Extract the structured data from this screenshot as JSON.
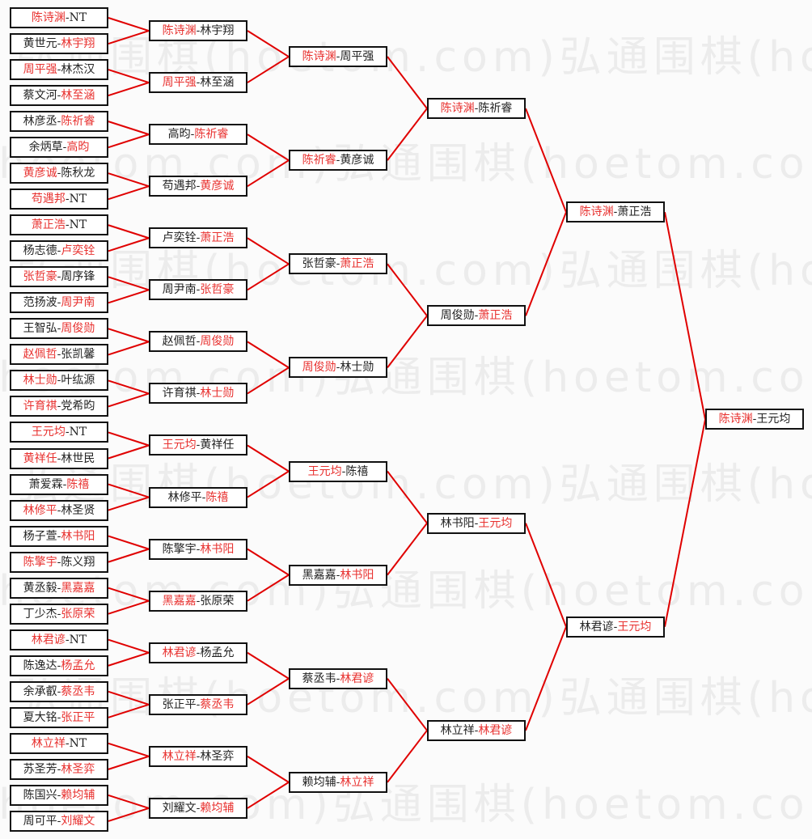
{
  "watermark": "弘通围棋(hoetom.com)弘通围棋(hoetom.com)",
  "sep": "-",
  "colors": {
    "winner": "#e8312f",
    "line": "#e00000"
  },
  "rounds": [
    {
      "matches": [
        {
          "a": "陈诗渊",
          "b": "NT",
          "w": 0
        },
        {
          "a": "黄世元",
          "b": "林宇翔",
          "w": 1
        },
        {
          "a": "周平强",
          "b": "林杰汉",
          "w": 0
        },
        {
          "a": "蔡文河",
          "b": "林至涵",
          "w": 1
        },
        {
          "a": "林彦丞",
          "b": "陈祈睿",
          "w": 1
        },
        {
          "a": "余炳草",
          "b": "高昀",
          "w": 1
        },
        {
          "a": "黄彦诚",
          "b": "陈秋龙",
          "w": 0
        },
        {
          "a": "苟遇邦",
          "b": "NT",
          "w": 0
        },
        {
          "a": "萧正浩",
          "b": "NT",
          "w": 0
        },
        {
          "a": "杨志德",
          "b": "卢奕铨",
          "w": 1
        },
        {
          "a": "张哲豪",
          "b": "周序锋",
          "w": 0
        },
        {
          "a": "范扬波",
          "b": "周尹南",
          "w": 1
        },
        {
          "a": "王智弘",
          "b": "周俊勋",
          "w": 1
        },
        {
          "a": "赵佩哲",
          "b": "张凯馨",
          "w": 0
        },
        {
          "a": "林士勋",
          "b": "叶纮源",
          "w": 0
        },
        {
          "a": "许育祺",
          "b": "党希昀",
          "w": 0
        },
        {
          "a": "王元均",
          "b": "NT",
          "w": 0
        },
        {
          "a": "黄祥任",
          "b": "林世民",
          "w": 0
        },
        {
          "a": "萧爱霖",
          "b": "陈禧",
          "w": 1
        },
        {
          "a": "林修平",
          "b": "林圣贤",
          "w": 0
        },
        {
          "a": "杨子萱",
          "b": "林书阳",
          "w": 1
        },
        {
          "a": "陈擎宇",
          "b": "陈义翔",
          "w": 0
        },
        {
          "a": "黄丞毅",
          "b": "黑嘉嘉",
          "w": 1
        },
        {
          "a": "丁少杰",
          "b": "张原荣",
          "w": 1
        },
        {
          "a": "林君谚",
          "b": "NT",
          "w": 0
        },
        {
          "a": "陈逸达",
          "b": "杨孟允",
          "w": 1
        },
        {
          "a": "余承叡",
          "b": "蔡丞韦",
          "w": 1
        },
        {
          "a": "夏大铭",
          "b": "张正平",
          "w": 1
        },
        {
          "a": "林立祥",
          "b": "NT",
          "w": 0
        },
        {
          "a": "苏圣芳",
          "b": "林圣弈",
          "w": 1
        },
        {
          "a": "陈国兴",
          "b": "赖均辅",
          "w": 1
        },
        {
          "a": "周可平",
          "b": "刘耀文",
          "w": 1
        }
      ]
    },
    {
      "matches": [
        {
          "a": "陈诗渊",
          "b": "林宇翔",
          "w": 0
        },
        {
          "a": "周平强",
          "b": "林至涵",
          "w": 0
        },
        {
          "a": "高昀",
          "b": "陈祈睿",
          "w": 1
        },
        {
          "a": "苟遇邦",
          "b": "黄彦诚",
          "w": 1
        },
        {
          "a": "卢奕铨",
          "b": "萧正浩",
          "w": 1
        },
        {
          "a": "周尹南",
          "b": "张哲豪",
          "w": 1
        },
        {
          "a": "赵佩哲",
          "b": "周俊勋",
          "w": 1
        },
        {
          "a": "许育祺",
          "b": "林士勋",
          "w": 1
        },
        {
          "a": "王元均",
          "b": "黄祥任",
          "w": 0
        },
        {
          "a": "林修平",
          "b": "陈禧",
          "w": 1
        },
        {
          "a": "陈擎宇",
          "b": "林书阳",
          "w": 1
        },
        {
          "a": "黑嘉嘉",
          "b": "张原荣",
          "w": 0
        },
        {
          "a": "林君谚",
          "b": "杨孟允",
          "w": 0
        },
        {
          "a": "张正平",
          "b": "蔡丞韦",
          "w": 1
        },
        {
          "a": "林立祥",
          "b": "林圣弈",
          "w": 0
        },
        {
          "a": "刘耀文",
          "b": "赖均辅",
          "w": 1
        }
      ]
    },
    {
      "matches": [
        {
          "a": "陈诗渊",
          "b": "周平强",
          "w": 0
        },
        {
          "a": "陈祈睿",
          "b": "黄彦诚",
          "w": 0
        },
        {
          "a": "张哲豪",
          "b": "萧正浩",
          "w": 1
        },
        {
          "a": "周俊勋",
          "b": "林士勋",
          "w": 0
        },
        {
          "a": "王元均",
          "b": "陈禧",
          "w": 0
        },
        {
          "a": "黑嘉嘉",
          "b": "林书阳",
          "w": 1
        },
        {
          "a": "蔡丞韦",
          "b": "林君谚",
          "w": 1
        },
        {
          "a": "赖均辅",
          "b": "林立祥",
          "w": 1
        }
      ]
    },
    {
      "matches": [
        {
          "a": "陈诗渊",
          "b": "陈祈睿",
          "w": 0
        },
        {
          "a": "周俊勋",
          "b": "萧正浩",
          "w": 1
        },
        {
          "a": "林书阳",
          "b": "王元均",
          "w": 1
        },
        {
          "a": "林立祥",
          "b": "林君谚",
          "w": 1
        }
      ]
    },
    {
      "matches": [
        {
          "a": "陈诗渊",
          "b": "萧正浩",
          "w": 0
        },
        {
          "a": "林君谚",
          "b": "王元均",
          "w": 1
        }
      ]
    },
    {
      "matches": [
        {
          "a": "陈诗渊",
          "b": "王元均",
          "w": 0
        }
      ]
    }
  ]
}
